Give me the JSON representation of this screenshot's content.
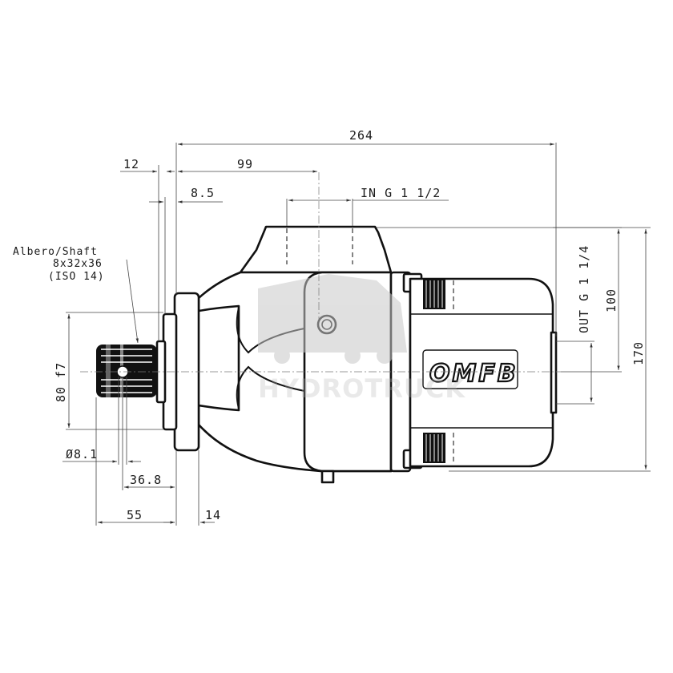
{
  "dimensions": {
    "overall_length": "264",
    "flange_offset": "12",
    "inlet_position": "99",
    "shaft_shoulder": "8.5",
    "shaft_height": "80 f7",
    "pin_diameter": "Ø8.1",
    "pin_position": "36.8",
    "shaft_length": "55",
    "flange_thickness": "14",
    "outlet_spacing": "100",
    "overall_height": "170"
  },
  "ports": {
    "inlet": "IN G 1 1/2",
    "outlet": "OUT G 1 1/4"
  },
  "shaft_note": {
    "line1": "Albero/Shaft",
    "line2": "8x32x36",
    "line3": "(ISO 14)"
  },
  "brand_logo": "OMFB",
  "watermark": "HYDROTRUCK",
  "colors": {
    "outline": "#111111",
    "dimension": "#444444",
    "watermark": "#b9b9b9"
  }
}
